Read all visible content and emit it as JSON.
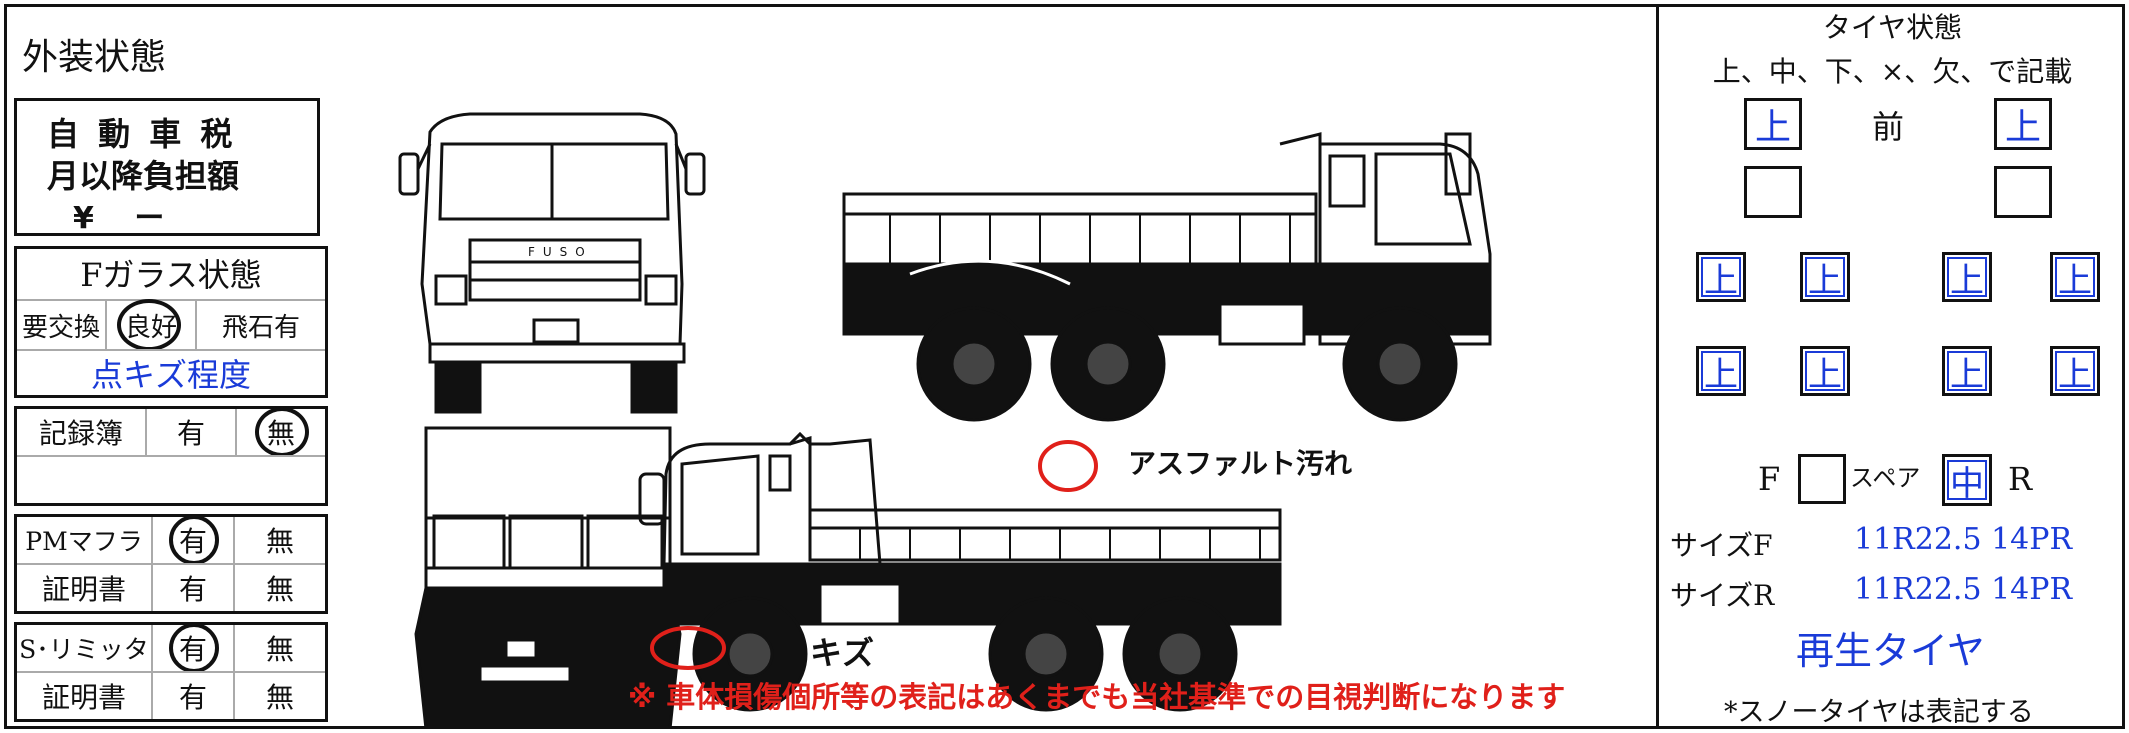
{
  "title": "外装状態",
  "tax_box": {
    "line1": "自 動 車 税",
    "line2": "月以降負担額",
    "line3": "¥　 ー"
  },
  "glass": {
    "title": "Fガラス状態",
    "options": [
      "要交換",
      "良好",
      "飛石有"
    ],
    "selected": "良好",
    "note": "点キズ程度"
  },
  "record_book": {
    "label": "記録簿",
    "yes": "有",
    "no": "無",
    "selected": "無"
  },
  "pm_muffler": {
    "label": "PMマフラ",
    "yes": "有",
    "no": "無",
    "selected": "有",
    "cert_label": "証明書",
    "cert_yes": "有",
    "cert_no": "無"
  },
  "s_limiter": {
    "label": "S･リミッタ",
    "yes": "有",
    "no": "無",
    "selected": "有",
    "cert_label": "証明書",
    "cert_yes": "有",
    "cert_no": "無"
  },
  "annotations": {
    "asphalt": "アスファルト汚れ",
    "scratch": "キズ",
    "disclaimer": "※ 車体損傷個所等の表記はあくまでも当社基準での目視判断になります",
    "brand": "FUSO"
  },
  "tire": {
    "title": "タイヤ状態",
    "legend": "上、中、下、×、欠、で記載",
    "front_label": "前",
    "front_row": [
      "上",
      "上"
    ],
    "second_row": [
      "",
      ""
    ],
    "third_row": [
      "上",
      "上",
      "上",
      "上"
    ],
    "fourth_row": [
      "上",
      "上",
      "上",
      "上"
    ],
    "spare_label": "スペア",
    "spare_f_label": "F",
    "spare_f": "",
    "spare_value": "中",
    "spare_r_label": "R",
    "size_f_label": "サイズF",
    "size_f": "11R22.5 14PR",
    "size_r_label": "サイズR",
    "size_r": "11R22.5 14PR",
    "type": "再生タイヤ",
    "footnote": "*スノータイヤは表記する"
  },
  "colors": {
    "accent_blue": "#1a3bd8",
    "accent_red": "#e0201a",
    "ink": "#111111"
  }
}
